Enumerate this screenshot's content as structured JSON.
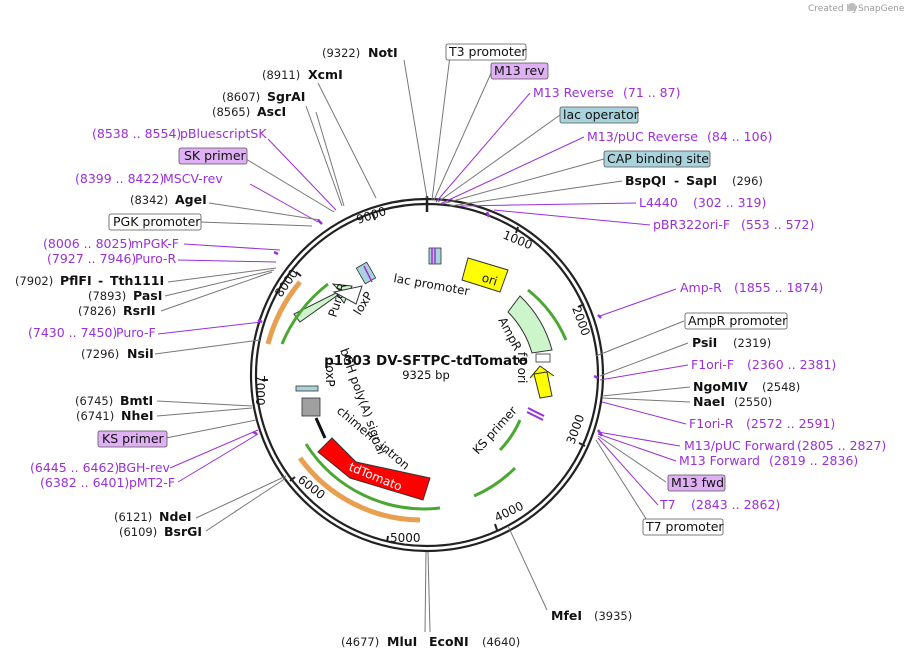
{
  "credit": {
    "created_by": "Created by",
    "brand": "SnapGene"
  },
  "plasmid": {
    "name": "p1303 DV-SFTPC-tdTomato",
    "size": "9325 bp"
  },
  "ticks": [
    "1000",
    "2000",
    "3000",
    "4000",
    "5000",
    "6000",
    "7000",
    "8000",
    "9000"
  ],
  "features": {
    "lac_promoter": "lac promoter",
    "ori": "ori",
    "ampr": "AmpR",
    "f1_ori": "f1 ori",
    "ks_primer": "KS primer",
    "tdtomato": "tdTomato",
    "chimeric_intron": "chimeric intron",
    "bgh_polya": "bGH poly(A) signal",
    "loxp_left": "loxP",
    "puror": "PuroR",
    "loxp_top": "loxP"
  },
  "right_labels": {
    "t3_promoter": "T3 promoter",
    "m13_rev": "M13 rev",
    "m13_reverse": "M13 Reverse",
    "m13_reverse_range": "(71 .. 87)",
    "lac_operator": "lac operator",
    "m13_puc_reverse": "M13/pUC Reverse",
    "m13_puc_reverse_range": "(84 .. 106)",
    "cap_binding_site": "CAP binding site",
    "bspqi": "BspQI",
    "dash": "-",
    "sapi": "SapI",
    "bspqi_pos": "(296)",
    "l4440": "L4440",
    "l4440_range": "(302 .. 319)",
    "pbr322ori_f": "pBR322ori-F",
    "pbr322ori_f_range": "(553 .. 572)",
    "amp_r": "Amp-R",
    "amp_r_range": "(1855 .. 1874)",
    "ampr_promoter": "AmpR promoter",
    "psii": "PsiI",
    "psii_pos": "(2319)",
    "f1ori_f": "F1ori-F",
    "f1ori_f_range": "(2360 .. 2381)",
    "ngomiv": "NgoMIV",
    "ngomiv_pos": "(2548)",
    "naei": "NaeI",
    "naei_pos": "(2550)",
    "f1ori_r": "F1ori-R",
    "f1ori_r_range": "(2572 .. 2591)",
    "m13_puc_forward": "M13/pUC Forward",
    "m13_puc_forward_range": "(2805 .. 2827)",
    "m13_forward": "M13 Forward",
    "m13_forward_range": "(2819 .. 2836)",
    "m13_fwd": "M13 fwd",
    "t7": "T7",
    "t7_range": "(2843 .. 2862)",
    "t7_promoter": "T7 promoter",
    "mfei": "MfeI",
    "mfei_pos": "(3935)"
  },
  "bottom_labels": {
    "mlui_pos": "(4677)",
    "mlui": "MluI",
    "econi": "EcoNI",
    "econi_pos": "(4640)"
  },
  "left_labels": {
    "noti_pos": "(9322)",
    "noti": "NotI",
    "xcmi_pos": "(8911)",
    "xcmi": "XcmI",
    "sgrai_pos": "(8607)",
    "sgrai": "SgrAI",
    "asci_pos": "(8565)",
    "asci": "AscI",
    "pbluescriptsk_range": "(8538 .. 8554)",
    "pbluescriptsk": "pBluescriptSK",
    "sk_primer": "SK primer",
    "mscv_rev_range": "(8399 .. 8422)",
    "mscv_rev": "MSCV-rev",
    "agei_pos": "(8342)",
    "agei": "AgeI",
    "pgk_promoter": "PGK promoter",
    "mpgk_f_range": "(8006 .. 8025)",
    "mpgk_f": "mPGK-F",
    "puro_r_range": "(7927 .. 7946)",
    "puro_r": "Puro-R",
    "pflfi_pos": "(7902)",
    "pflfi": "PflFI",
    "dash": "-",
    "tth111i": "Tth111I",
    "pasi_pos": "(7893)",
    "pasi": "PasI",
    "rsrii_pos": "(7826)",
    "rsrii": "RsrII",
    "puro_f_range": "(7430 .. 7450)",
    "puro_f": "Puro-F",
    "nsii_pos": "(7296)",
    "nsii": "NsiI",
    "bmti_pos": "(6745)",
    "bmti": "BmtI",
    "nhei_pos": "(6741)",
    "nhei": "NheI",
    "ks_primer": "KS primer",
    "bgh_rev_range": "(6445 .. 6462)",
    "bgh_rev": "BGH-rev",
    "pmt2_f_range": "(6382 .. 6401)",
    "pmt2_f": "pMT2-F",
    "ndei_pos": "(6121)",
    "ndei": "NdeI",
    "bsrgi_pos": "(6109)",
    "bsrgi": "BsrGI"
  },
  "colors": {
    "backbone": "#222222",
    "primer": "#9b30d9",
    "primer_box": "#e0b0f5",
    "regulatory_box": "#a9d3dc",
    "ori": "#ffff00",
    "ampr_fill": "#ccf5cc",
    "tdtomato": "#ff0000",
    "orf_green": "#4aa832",
    "orf_orange": "#e8a050",
    "intron_gray": "#a0a0a0"
  }
}
